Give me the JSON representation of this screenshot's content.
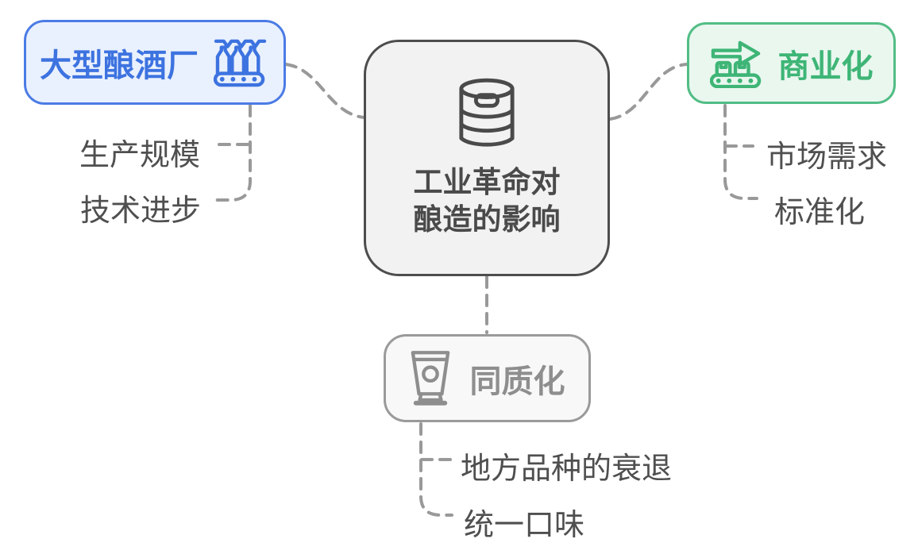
{
  "diagram": {
    "center": {
      "line1": "工业革命对",
      "line2": "酿造的影响",
      "icon": "beer-keg-icon"
    },
    "breweries": {
      "label": "大型酿酒厂",
      "icon": "bottling-line-icon",
      "children": [
        "生产规模",
        "技术进步"
      ]
    },
    "commercial": {
      "label": "商业化",
      "icon": "conveyor-arrow-icon",
      "children": [
        "市场需求",
        "标准化"
      ]
    },
    "homogenization": {
      "label": "同质化",
      "icon": "beer-glass-icon",
      "children": [
        "地方品种的衰退",
        "统一口味"
      ]
    },
    "colors": {
      "blue_text": "#3D73E0",
      "blue_border": "#4B7BE5",
      "blue_bg": "#EAF1FE",
      "green_text": "#3EB576",
      "green_border": "#52BD85",
      "green_bg": "#E9F7EF",
      "gray_text": "#8E8E8E",
      "gray_border": "#9A9A9A",
      "gray_bg": "#F8F8F8",
      "center_text": "#4A4A4A",
      "center_border": "#4D4D4D",
      "center_bg": "#F2F2F2",
      "sub_text": "#4F4F4F",
      "connector": "#999999"
    }
  }
}
